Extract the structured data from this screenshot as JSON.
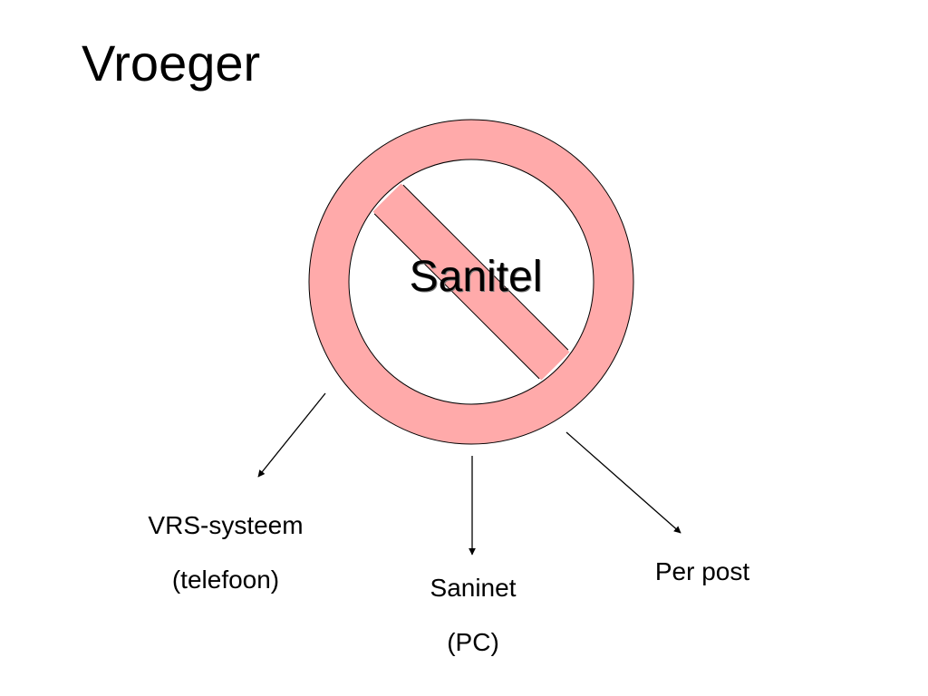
{
  "slide": {
    "title": "Vroeger"
  },
  "diagram": {
    "center_label": "Sanitel",
    "symbol_icon": "prohibition-icon",
    "colors": {
      "prohibition_fill": "#ffaaaa",
      "outline": "#000000",
      "background": "#ffffff"
    },
    "nodes": [
      {
        "line1": "VRS-systeem",
        "line2": "(telefoon)"
      },
      {
        "line1": "Saninet",
        "line2": "(PC)"
      },
      {
        "line1": "Per post"
      }
    ]
  }
}
